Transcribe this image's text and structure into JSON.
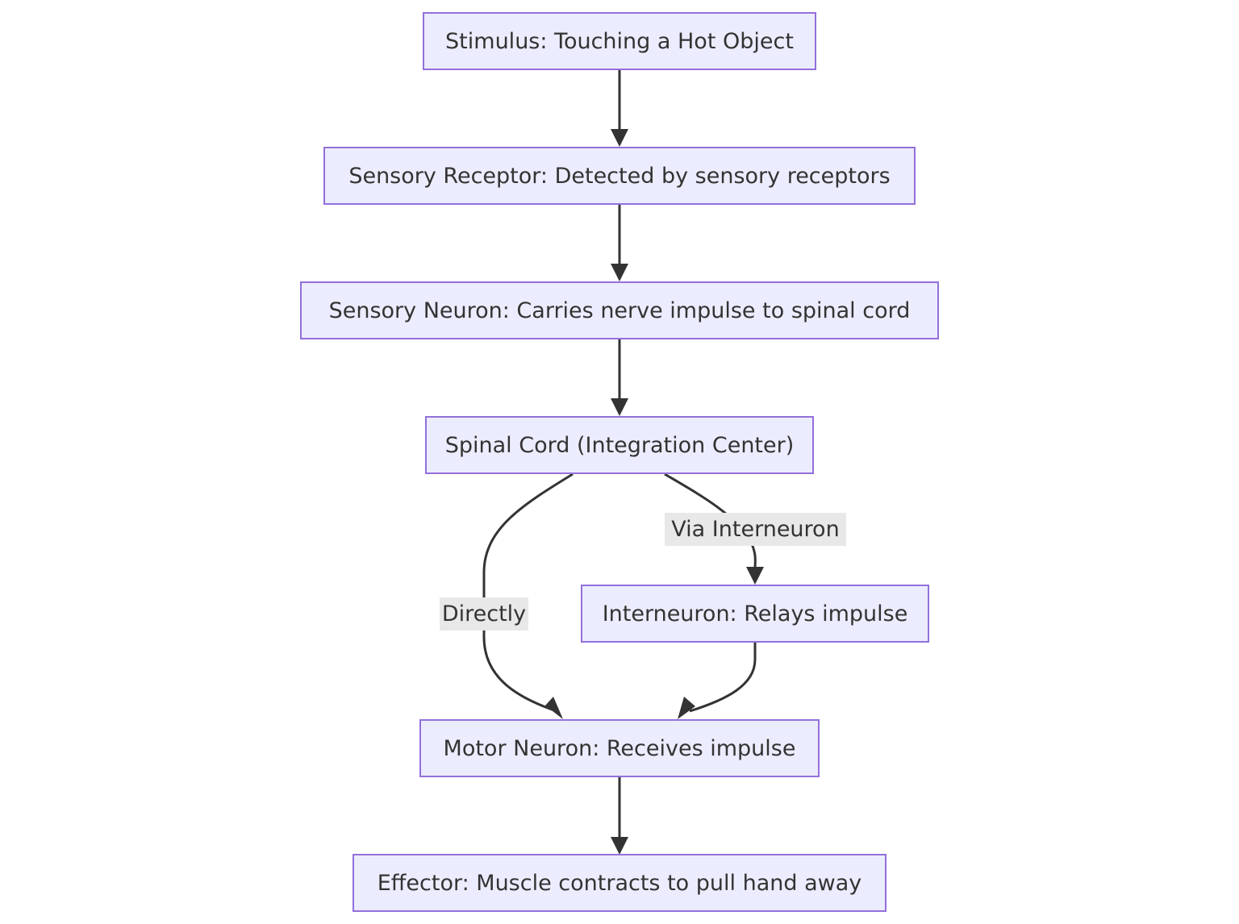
{
  "diagram": {
    "type": "flowchart",
    "nodes": [
      {
        "id": "stimulus",
        "label": "Stimulus: Touching a Hot Object"
      },
      {
        "id": "sensory_receptor",
        "label": "Sensory Receptor: Detected by sensory receptors"
      },
      {
        "id": "sensory_neuron",
        "label": "Sensory Neuron: Carries nerve impulse to spinal cord"
      },
      {
        "id": "spinal_cord",
        "label": "Spinal Cord (Integration Center)"
      },
      {
        "id": "interneuron",
        "label": "Interneuron: Relays impulse"
      },
      {
        "id": "motor_neuron",
        "label": "Motor Neuron: Receives impulse"
      },
      {
        "id": "effector",
        "label": "Effector: Muscle contracts to pull hand away"
      }
    ],
    "edges": [
      {
        "from": "stimulus",
        "to": "sensory_receptor",
        "label": ""
      },
      {
        "from": "sensory_receptor",
        "to": "sensory_neuron",
        "label": ""
      },
      {
        "from": "sensory_neuron",
        "to": "spinal_cord",
        "label": ""
      },
      {
        "from": "spinal_cord",
        "to": "motor_neuron",
        "label": "Directly"
      },
      {
        "from": "spinal_cord",
        "to": "interneuron",
        "label": "Via Interneuron"
      },
      {
        "from": "interneuron",
        "to": "motor_neuron",
        "label": ""
      },
      {
        "from": "motor_neuron",
        "to": "effector",
        "label": ""
      }
    ],
    "colors": {
      "node_fill": "#ececff",
      "node_border": "#9370db",
      "text": "#333333",
      "edge": "#333333",
      "edge_label_bg": "#e8e8e8"
    }
  }
}
